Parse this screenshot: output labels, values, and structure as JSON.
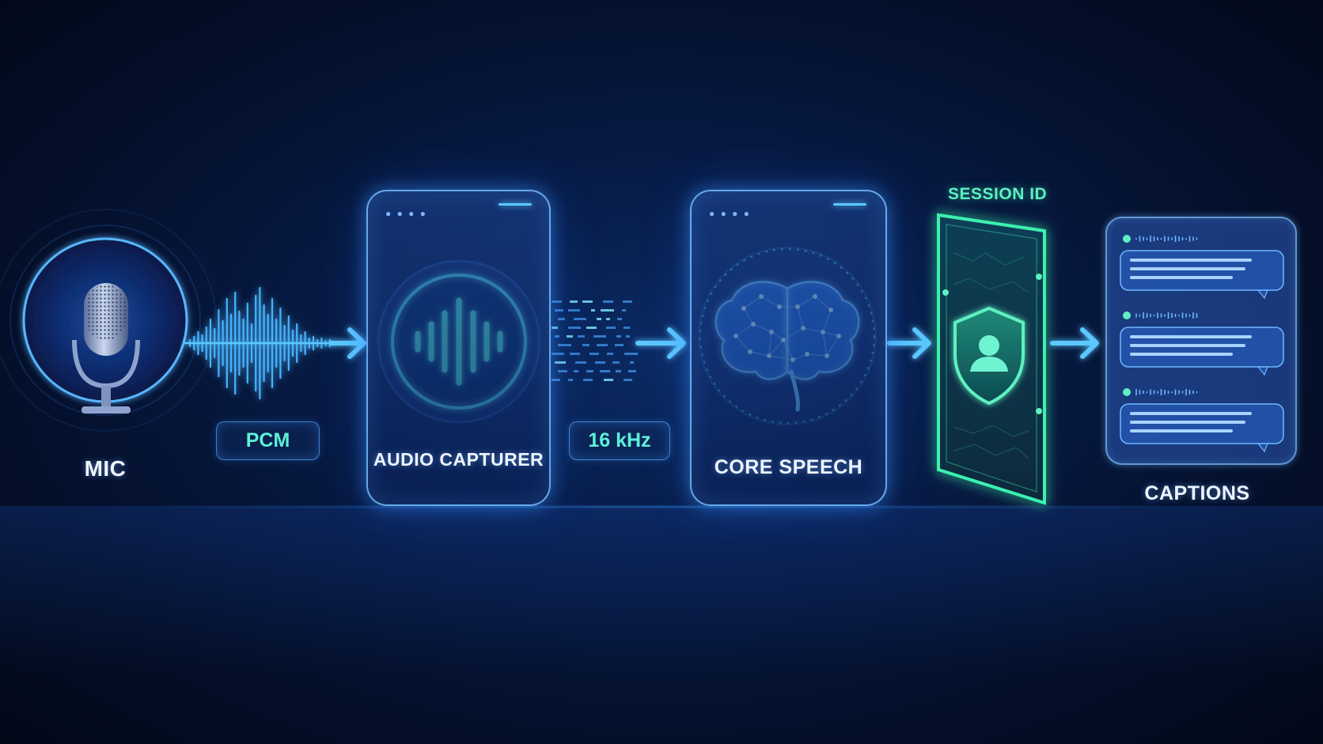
{
  "stages": {
    "mic": {
      "label": "MIC"
    },
    "pcm": {
      "label": "PCM"
    },
    "audio_capturer": {
      "label": "AUDIO CAPTURER"
    },
    "sample_rate": {
      "label": "16 kHz"
    },
    "core_speech": {
      "label": "CORE SPEECH"
    },
    "session": {
      "label": "SESSION ID"
    },
    "captions": {
      "label": "CAPTIONS"
    }
  },
  "icons": [
    "microphone-icon",
    "waveform-icon",
    "brain-icon",
    "shield-user-icon",
    "chat-bubble-icon",
    "arrow-right-icon"
  ],
  "colors": {
    "background": "#040f2a",
    "accent_blue": "#3aa8ff",
    "accent_teal": "#5ef0d8",
    "accent_green": "#3ef0a8",
    "label_text": "#eef4ff"
  }
}
